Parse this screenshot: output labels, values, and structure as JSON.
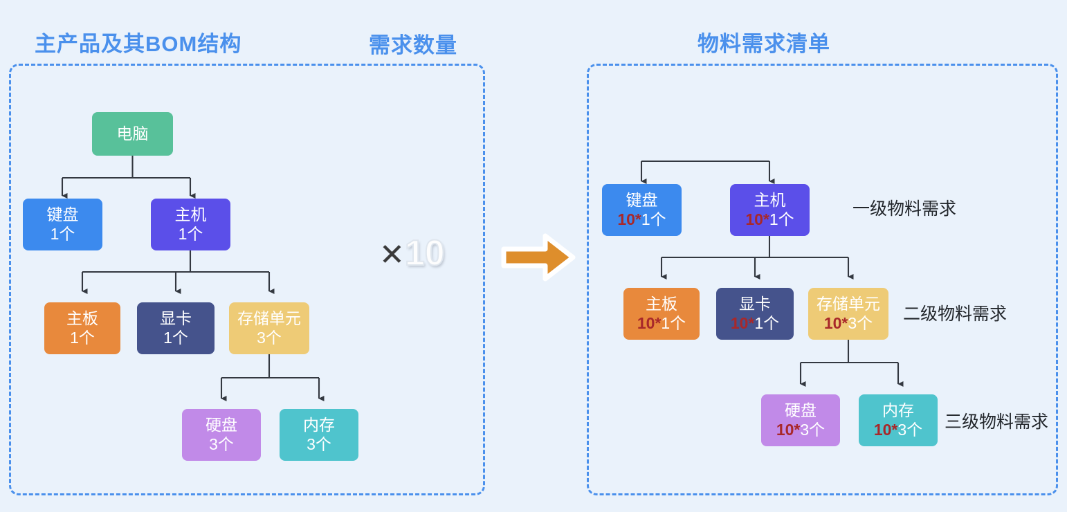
{
  "titles": {
    "left": "主产品及其BOM结构",
    "quantity": "需求数量",
    "right": "物料需求清单"
  },
  "multiplier": {
    "symbol": "✕",
    "value": "10",
    "arrow_icon": "right-arrow-icon"
  },
  "bom_tree": {
    "nodes": [
      {
        "id": "computer",
        "name": "电脑",
        "qty": "",
        "color": "#58c19a"
      },
      {
        "id": "keyboard",
        "name": "键盘",
        "qty": "1个",
        "color": "#3c8aee"
      },
      {
        "id": "host",
        "name": "主机",
        "qty": "1个",
        "color": "#5b4fe9"
      },
      {
        "id": "mainboard",
        "name": "主板",
        "qty": "1个",
        "color": "#e8893c"
      },
      {
        "id": "gpu",
        "name": "显卡",
        "qty": "1个",
        "color": "#45538c"
      },
      {
        "id": "storage",
        "name": "存储单元",
        "qty": "3个",
        "color": "#eecb76"
      },
      {
        "id": "disk",
        "name": "硬盘",
        "qty": "3个",
        "color": "#c18ae8"
      },
      {
        "id": "memory",
        "name": "内存",
        "qty": "3个",
        "color": "#4fc4cd"
      }
    ]
  },
  "mrp_tree": {
    "nodes": [
      {
        "id": "keyboard",
        "name": "键盘",
        "mult": "10*",
        "qty": "1个",
        "color": "#3c8aee"
      },
      {
        "id": "host",
        "name": "主机",
        "mult": "10*",
        "qty": "1个",
        "color": "#5b4fe9"
      },
      {
        "id": "mainboard",
        "name": "主板",
        "mult": "10*",
        "qty": "1个",
        "color": "#e8893c"
      },
      {
        "id": "gpu",
        "name": "显卡",
        "mult": "10*",
        "qty": "1个",
        "color": "#45538c"
      },
      {
        "id": "storage",
        "name": "存储单元",
        "mult": "10*",
        "qty": "3个",
        "color": "#eecb76"
      },
      {
        "id": "disk",
        "name": "硬盘",
        "mult": "10*",
        "qty": "3个",
        "color": "#c18ae8"
      },
      {
        "id": "memory",
        "name": "内存",
        "mult": "10*",
        "qty": "3个",
        "color": "#4fc4cd"
      }
    ],
    "tiers": [
      {
        "id": "tier1",
        "label": "一级物料需求"
      },
      {
        "id": "tier2",
        "label": "二级物料需求"
      },
      {
        "id": "tier3",
        "label": "三级物料需求"
      }
    ]
  },
  "colors": {
    "background": "#eaf2fb",
    "panel_border": "#4a90ec",
    "title": "#4a90ec",
    "connector": "#333840",
    "multiplier_accent": "#a8282a",
    "arrow": "#de8e2c"
  }
}
